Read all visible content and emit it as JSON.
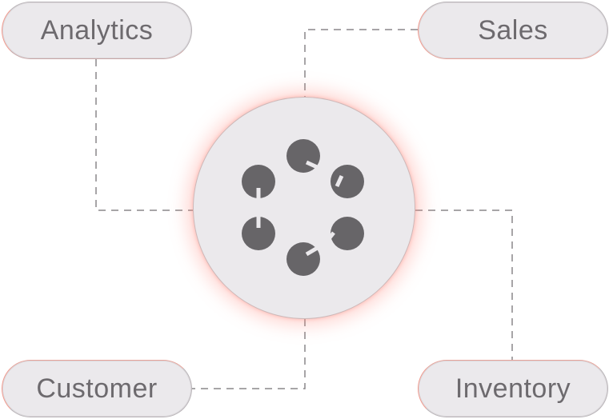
{
  "nodes": {
    "analytics": {
      "label": "Analytics"
    },
    "sales": {
      "label": "Sales"
    },
    "customer": {
      "label": "Customer"
    },
    "inventory": {
      "label": "Inventory"
    }
  },
  "hub": {
    "icon": "gear-icon"
  },
  "colors": {
    "pill_fill": "#ebe9ec",
    "text": "#6d6a6e",
    "accent_glow": "#ff8c82",
    "icon_fill": "#676568",
    "connector": "#8a878a"
  }
}
